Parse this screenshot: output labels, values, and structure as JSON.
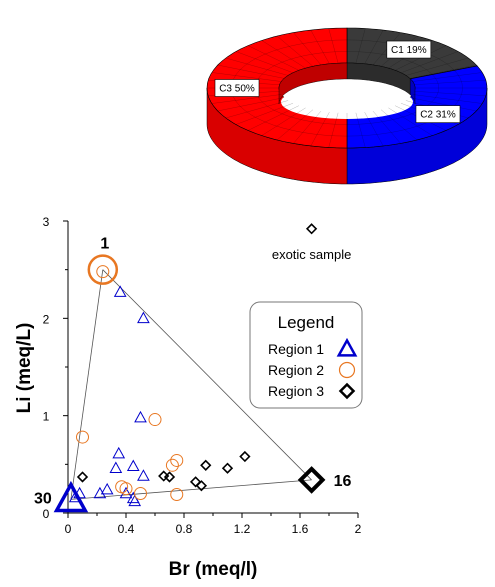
{
  "chart_data": [
    {
      "type": "pie",
      "style": "3d-donut",
      "slices": [
        {
          "label": "C1 19%",
          "name": "C1",
          "value": 19,
          "color": "#3a3a3a"
        },
        {
          "label": "C2 31%",
          "name": "C2",
          "value": 31,
          "color": "#0000ff"
        },
        {
          "label": "C3 50%",
          "name": "C3",
          "value": 50,
          "color": "#ff0000"
        }
      ]
    },
    {
      "type": "scatter",
      "xlabel": "Br (meq/l)",
      "ylabel": "Li (meq/L)",
      "xlim": [
        0,
        2
      ],
      "ylim": [
        0,
        3
      ],
      "xticks": [
        "0",
        "0.4",
        "0.8",
        "1.2",
        "1.6",
        "2"
      ],
      "xtick_values": [
        0,
        0.4,
        0.8,
        1.2,
        1.6,
        2
      ],
      "yticks": [
        "0",
        "1",
        "2",
        "3"
      ],
      "ytick_values": [
        0,
        1,
        2,
        3
      ],
      "grid": false,
      "legend": {
        "title": "Legend",
        "placement": "right",
        "entries": [
          {
            "label": "Region 1",
            "marker": "triangle",
            "color": "#0000cc"
          },
          {
            "label": "Region 2",
            "marker": "circle",
            "color": "#e87722"
          },
          {
            "label": "Region 3",
            "marker": "diamond",
            "color": "#000000"
          }
        ]
      },
      "series": [
        {
          "name": "Region 1",
          "marker": "triangle",
          "color": "#0000cc",
          "points": [
            [
              0.36,
              2.27
            ],
            [
              0.52,
              2.0
            ],
            [
              0.5,
              0.98
            ],
            [
              0.35,
              0.61
            ],
            [
              0.33,
              0.46
            ],
            [
              0.45,
              0.48
            ],
            [
              0.52,
              0.38
            ],
            [
              0.27,
              0.24
            ],
            [
              0.22,
              0.2
            ],
            [
              0.4,
              0.2
            ],
            [
              0.45,
              0.15
            ],
            [
              0.46,
              0.12
            ],
            [
              0.08,
              0.2
            ],
            [
              0.05,
              0.16
            ]
          ]
        },
        {
          "name": "Region 2",
          "marker": "circle",
          "color": "#e87722",
          "points": [
            [
              0.24,
              2.48
            ],
            [
              0.6,
              0.96
            ],
            [
              0.1,
              0.78
            ],
            [
              0.75,
              0.54
            ],
            [
              0.72,
              0.49
            ],
            [
              0.37,
              0.27
            ],
            [
              0.4,
              0.25
            ],
            [
              0.5,
              0.2
            ],
            [
              0.75,
              0.19
            ]
          ]
        },
        {
          "name": "Region 3",
          "marker": "diamond",
          "color": "#000000",
          "points": [
            [
              0.1,
              0.37
            ],
            [
              0.66,
              0.38
            ],
            [
              0.7,
              0.37
            ],
            [
              0.95,
              0.49
            ],
            [
              1.1,
              0.46
            ],
            [
              1.22,
              0.58
            ],
            [
              0.88,
              0.32
            ],
            [
              0.92,
              0.28
            ]
          ]
        },
        {
          "name": "exotic sample",
          "marker": "diamond",
          "color": "#000000",
          "points": [
            [
              1.68,
              2.92
            ]
          ]
        }
      ],
      "end_members": [
        {
          "label": "1",
          "marker": "circle",
          "color": "#e87722",
          "x": 0.24,
          "y": 2.5
        },
        {
          "label": "16",
          "marker": "diamond",
          "color": "#000000",
          "x": 1.68,
          "y": 0.34
        },
        {
          "label": "30",
          "marker": "triangle",
          "color": "#0000cc",
          "x": 0.02,
          "y": 0.14
        }
      ],
      "mixing_lines": [
        [
          [
            0.24,
            2.5
          ],
          [
            1.68,
            0.34
          ]
        ],
        [
          [
            0.24,
            2.5
          ],
          [
            0.02,
            0.14
          ]
        ],
        [
          [
            0.02,
            0.14
          ],
          [
            1.68,
            0.34
          ]
        ]
      ],
      "annotations": [
        {
          "text": "exotic sample",
          "x": 1.68,
          "y": 2.92
        }
      ]
    }
  ]
}
